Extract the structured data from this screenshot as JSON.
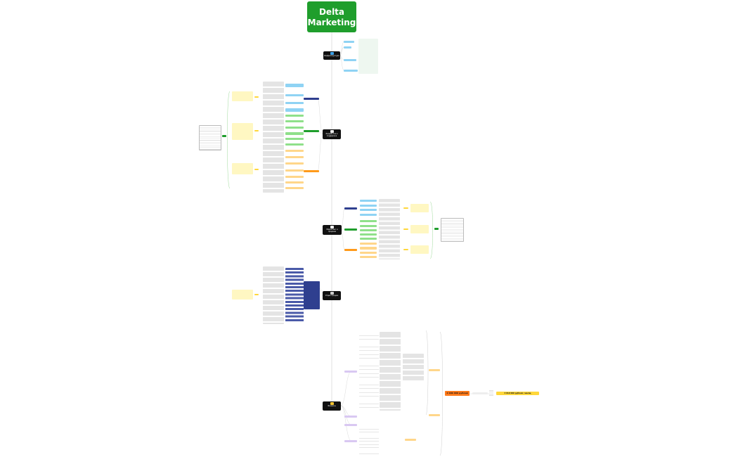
{
  "diagram": {
    "title_line1": "Delta",
    "title_line2": "Marketing",
    "colors": {
      "title_bg": "#1f9e2c",
      "node_dark": "#111111",
      "pill_blue": "#8fd3f4",
      "pill_green": "#8fe08a",
      "pill_orange": "#ffb84d",
      "pill_navy": "#2f3f8f",
      "pill_purple": "#d9c8f2",
      "note_yellow": "#fff7c2",
      "big_orange": "#ff7a1a",
      "big_yellow": "#ffd73a"
    },
    "sections": [
      {
        "name": "Инфраструктура",
        "icon": "monitor-icon"
      },
      {
        "name": "Разработка и поддержка",
        "icon": "document-icon"
      },
      {
        "name": "Маркетинг и продажи",
        "icon": "document-icon"
      },
      {
        "name": "Отдел продаж",
        "icon": "people-icon"
      },
      {
        "name": "Финансы",
        "icon": "coins-icon"
      }
    ],
    "totals": {
      "main_total": "2 000 000 рублей",
      "monthly_total": "3 819 000 рублей / месяц"
    }
  }
}
